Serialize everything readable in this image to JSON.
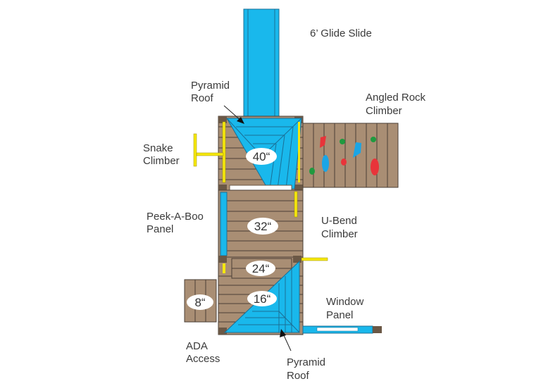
{
  "colors": {
    "wood": "#a98e74",
    "wood_dark": "#6b5846",
    "plank_line": "#4a3f36",
    "plastic_blue": "#19b8ec",
    "blue_outline": "#1a6f96",
    "yellow": "#f6e80e",
    "rock_red": "#e8343a",
    "rock_green": "#1f9a3f",
    "rock_blue": "#1aa5e6",
    "text": "#3b3b3b"
  },
  "labels": {
    "glide_slide": [
      "6’ Glide Slide"
    ],
    "pyramid_roof_top": [
      "Pyramid",
      "Roof"
    ],
    "angled_rock_climber": [
      "Angled Rock",
      "Climber"
    ],
    "snake_climber": [
      "Snake",
      "Climber"
    ],
    "peek_a_boo_panel": [
      "Peek-A-Boo",
      "Panel"
    ],
    "u_bend_climber": [
      "U-Bend",
      "Climber"
    ],
    "window_panel": [
      "Window",
      "Panel"
    ],
    "ada_access": [
      "ADA",
      "Access"
    ],
    "pyramid_roof_bottom": [
      "Pyramid",
      "Roof"
    ]
  },
  "deck_heights": {
    "deck_40": "40“",
    "deck_32": "32“",
    "deck_24": "24“",
    "deck_16": "16“",
    "deck_8": "8“"
  }
}
